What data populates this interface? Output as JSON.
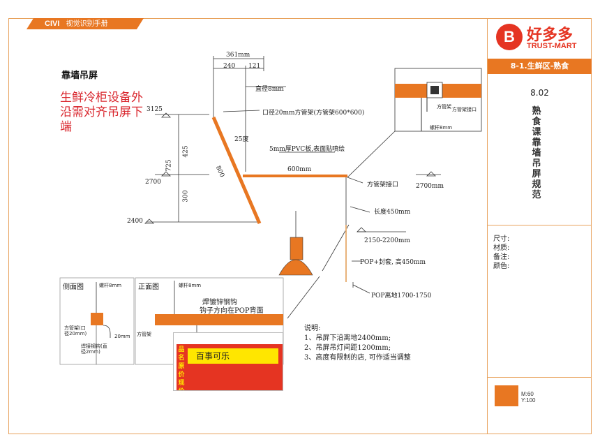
{
  "header": {
    "brand": "CIVI",
    "subtitle": "视觉识别手册"
  },
  "logo": {
    "mark": "B",
    "cn": "好多多",
    "en": "TRUST-MART"
  },
  "section": {
    "name": "8-1.生鲜区-熟食",
    "number": "8.02",
    "vertical_title": "熟食课靠墙吊屏规范"
  },
  "specs": [
    "尺寸:",
    "材质:",
    "备注:",
    "颜色:"
  ],
  "color_swatch": {
    "hex": "#e87722",
    "label_m": "M:60",
    "label_y": "Y:100"
  },
  "main": {
    "title": "靠墙吊屏",
    "red_note": "生鲜冷柜设备外沿需对齐吊屏下端"
  },
  "labels": {
    "dim_361": "361mm",
    "dim_240": "240",
    "dim_121": "121",
    "dia_8": "直径8mm",
    "tube": "口径20mm方管架(方管架600*600)",
    "angle": "25度",
    "pvc": "5mm厚PVC板,表面贴喷绘",
    "len_600": "600mm",
    "len_800": "800",
    "joint": "方管架接口",
    "len_450": "长度450mm",
    "range": "2150-2200mm",
    "pop_cover": "POP+封套, 高450mm",
    "pop_ground": "POP离地1700-1750",
    "h3125": "3125",
    "h725": "725",
    "h425": "425",
    "h2700l": "2700",
    "h300": "300",
    "h2400": "2400",
    "h2700r": "2700mm",
    "side_view": "侧面图",
    "front_view": "正面图",
    "screw8": "螺杆8mm",
    "screw8b": "螺杆8mm",
    "side_tube": "方管架(口径20mm)",
    "side_hook": "焊接钢钩(直径2mm)",
    "side_20": "20mm",
    "front_tube": "方管架",
    "hook_note1": "焊镀锌钢钩",
    "hook_note2": "钩子方向在POP背面",
    "inset_tube": "方管架",
    "inset_joint": "方管架接口",
    "inset_screw": "螺杆8mm"
  },
  "pop": {
    "side_top": "品名",
    "side_mid": "原价",
    "side_bot": "现价¥",
    "product": "百事可乐"
  },
  "notes": {
    "heading": "说明:",
    "items": [
      "1、吊屏下沿离地2400mm;",
      "2、吊屏吊灯间距1200mm;",
      "3、高度有限制的店, 可作适当调整"
    ]
  }
}
